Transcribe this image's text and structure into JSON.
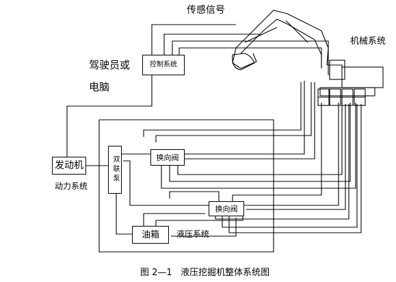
{
  "labels": {
    "sensor_signal": "传感信号",
    "operator": "驾驶员或",
    "computer": "电脑",
    "mechanical_system": "机械系统",
    "power_system": "动力系统",
    "hydraulic_system": "液压系统"
  },
  "components": {
    "control_system": "控制系统",
    "engine": "发动机",
    "dual_pump": "双联泵",
    "directional_valve_1": "换向阀",
    "directional_valve_2": "换向阀",
    "oil_tank": "油箱"
  },
  "caption": "图 2—1   液压挖掘机整体系统图"
}
